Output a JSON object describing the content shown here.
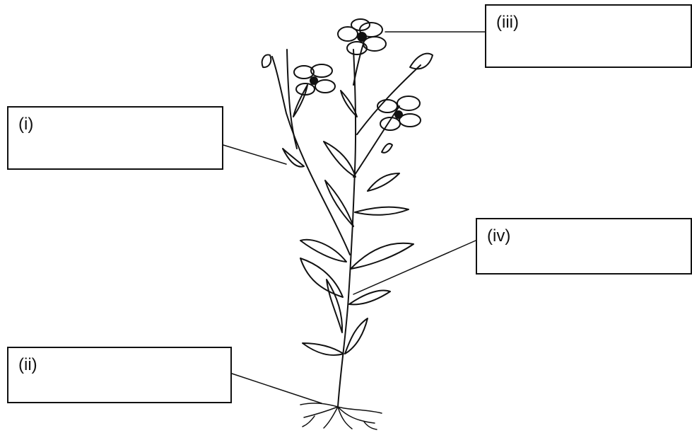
{
  "diagram": {
    "labels": {
      "i": "(i)",
      "ii": "(ii)",
      "iii": "(iii)",
      "iv": "(iv)"
    }
  }
}
